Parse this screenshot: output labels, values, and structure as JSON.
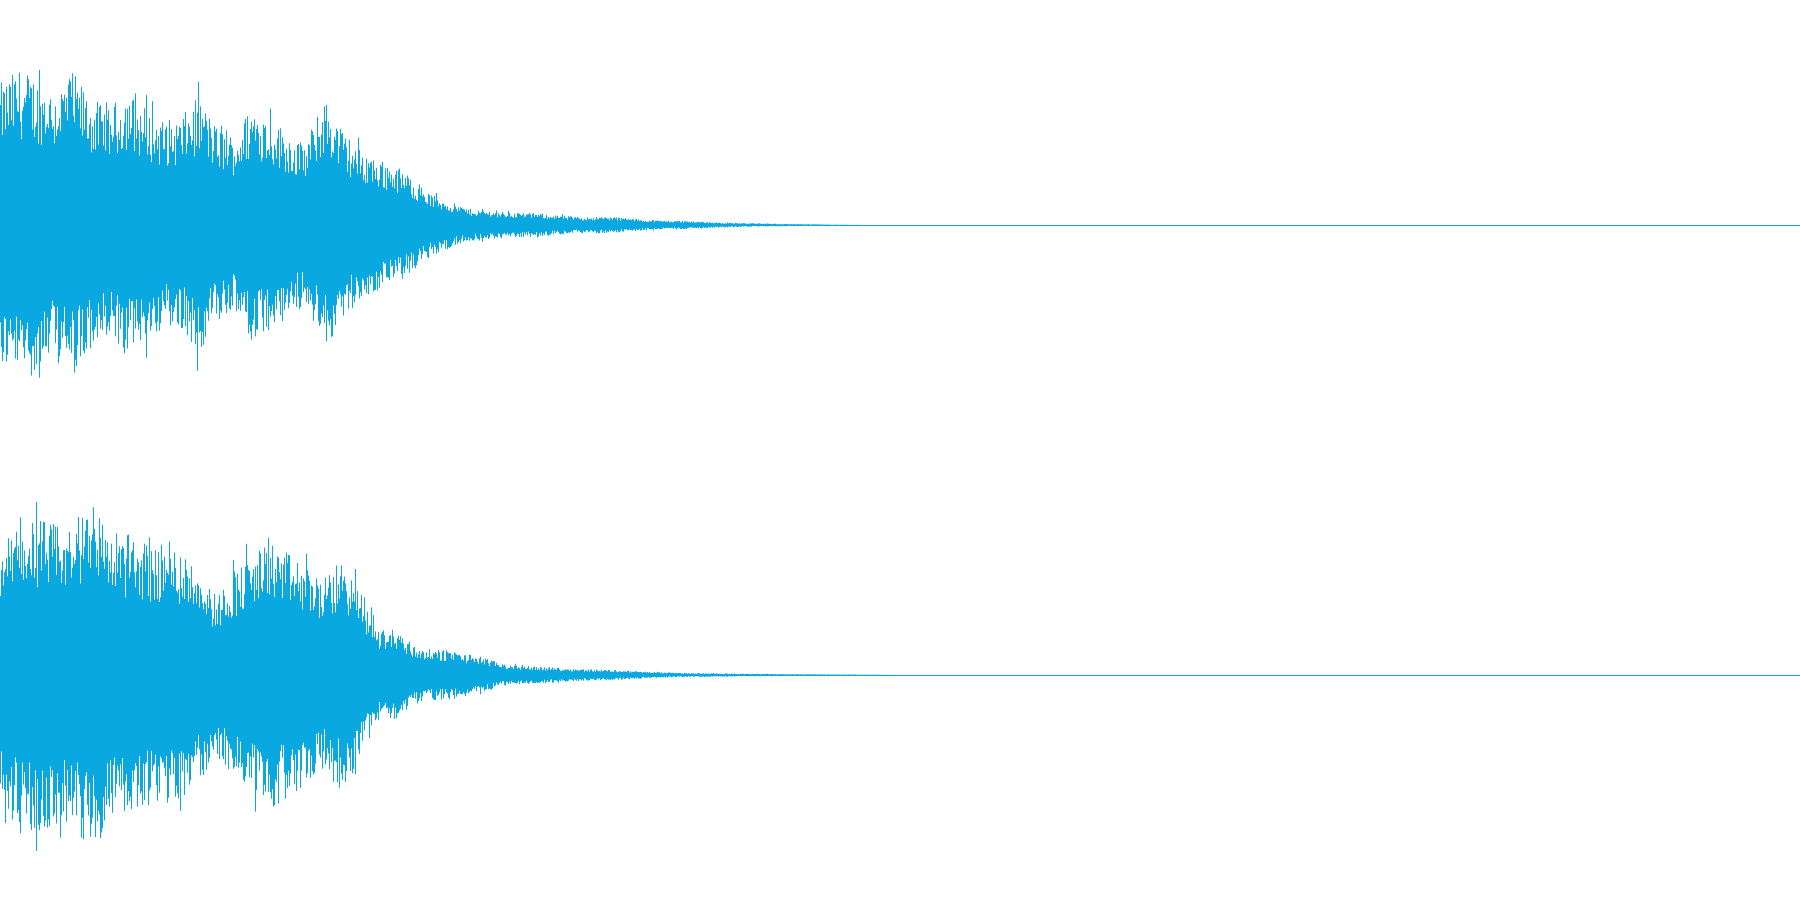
{
  "waveform": {
    "color": "#0aa8e0",
    "background": "#ffffff",
    "channel_count": 2,
    "channels": [
      {
        "channel": "left",
        "envelope": [
          [
            0.0,
            0.86
          ],
          [
            0.01,
            0.95
          ],
          [
            0.02,
            0.9
          ],
          [
            0.03,
            0.82
          ],
          [
            0.04,
            0.93
          ],
          [
            0.05,
            0.78
          ],
          [
            0.06,
            0.7
          ],
          [
            0.07,
            0.82
          ],
          [
            0.08,
            0.72
          ],
          [
            0.09,
            0.64
          ],
          [
            0.1,
            0.65
          ],
          [
            0.11,
            0.78
          ],
          [
            0.12,
            0.6
          ],
          [
            0.13,
            0.54
          ],
          [
            0.14,
            0.74
          ],
          [
            0.15,
            0.66
          ],
          [
            0.16,
            0.56
          ],
          [
            0.17,
            0.48
          ],
          [
            0.18,
            0.78
          ],
          [
            0.19,
            0.58
          ],
          [
            0.2,
            0.46
          ],
          [
            0.21,
            0.4
          ],
          [
            0.22,
            0.36
          ],
          [
            0.23,
            0.28
          ],
          [
            0.24,
            0.18
          ],
          [
            0.26,
            0.1
          ],
          [
            0.28,
            0.08
          ],
          [
            0.3,
            0.07
          ],
          [
            0.32,
            0.05
          ],
          [
            0.34,
            0.05
          ],
          [
            0.36,
            0.03
          ],
          [
            0.38,
            0.025
          ],
          [
            0.4,
            0.015
          ],
          [
            0.42,
            0.01
          ],
          [
            0.44,
            0.006
          ],
          [
            0.46,
            0.003
          ],
          [
            0.48,
            0.0
          ],
          [
            1.0,
            0.0
          ]
        ]
      },
      {
        "channel": "right",
        "envelope": [
          [
            0.0,
            0.62
          ],
          [
            0.01,
            0.72
          ],
          [
            0.02,
            0.76
          ],
          [
            0.03,
            0.72
          ],
          [
            0.04,
            0.7
          ],
          [
            0.05,
            0.88
          ],
          [
            0.06,
            0.7
          ],
          [
            0.07,
            0.66
          ],
          [
            0.08,
            0.64
          ],
          [
            0.09,
            0.62
          ],
          [
            0.1,
            0.6
          ],
          [
            0.11,
            0.52
          ],
          [
            0.12,
            0.38
          ],
          [
            0.13,
            0.5
          ],
          [
            0.14,
            0.58
          ],
          [
            0.15,
            0.64
          ],
          [
            0.16,
            0.58
          ],
          [
            0.17,
            0.52
          ],
          [
            0.18,
            0.46
          ],
          [
            0.19,
            0.56
          ],
          [
            0.2,
            0.4
          ],
          [
            0.21,
            0.22
          ],
          [
            0.22,
            0.22
          ],
          [
            0.23,
            0.14
          ],
          [
            0.24,
            0.12
          ],
          [
            0.25,
            0.12
          ],
          [
            0.26,
            0.1
          ],
          [
            0.27,
            0.08
          ],
          [
            0.28,
            0.05
          ],
          [
            0.3,
            0.04
          ],
          [
            0.32,
            0.03
          ],
          [
            0.34,
            0.025
          ],
          [
            0.36,
            0.015
          ],
          [
            0.38,
            0.01
          ],
          [
            0.4,
            0.008
          ],
          [
            0.42,
            0.006
          ],
          [
            0.44,
            0.004
          ],
          [
            0.48,
            0.002
          ],
          [
            0.5,
            0.0
          ],
          [
            1.0,
            0.0
          ]
        ]
      }
    ]
  }
}
